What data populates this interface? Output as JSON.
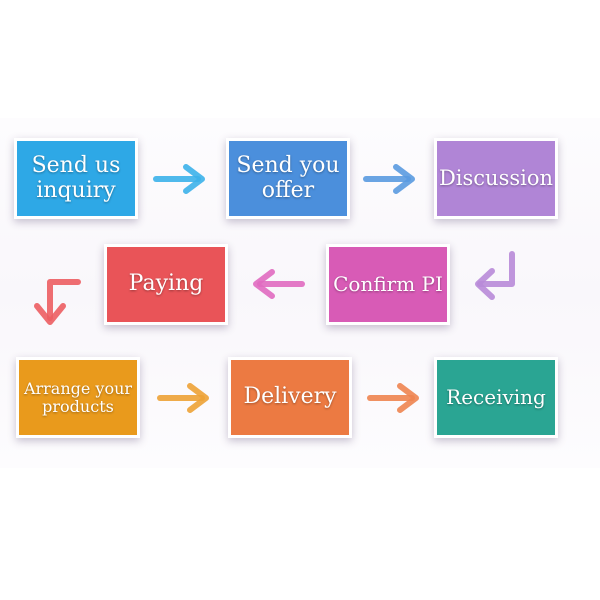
{
  "steps": [
    {
      "id": "send-inquiry",
      "label": "Send us\ninquiry",
      "color": "#2ea8e6"
    },
    {
      "id": "send-offer",
      "label": "Send you\noffer",
      "color": "#4b8fdc"
    },
    {
      "id": "discussion",
      "label": "Discussion",
      "color": "#b085d6"
    },
    {
      "id": "confirm-pi",
      "label": "Confirm PI",
      "color": "#d85bb6"
    },
    {
      "id": "paying",
      "label": "Paying",
      "color": "#e95458"
    },
    {
      "id": "arrange-products",
      "label": "Arrange your\nproducts",
      "color": "#e99a1c"
    },
    {
      "id": "delivery",
      "label": "Delivery",
      "color": "#ec7a42"
    },
    {
      "id": "receiving",
      "label": "Receiving",
      "color": "#2aa593"
    }
  ],
  "arrows": [
    {
      "from": "send-inquiry",
      "to": "send-offer",
      "direction": "right",
      "color": "#3cb1ea"
    },
    {
      "from": "send-offer",
      "to": "discussion",
      "direction": "right",
      "color": "#5a9ae0"
    },
    {
      "from": "discussion",
      "to": "confirm-pi",
      "direction": "down-left",
      "color": "#b88ad8"
    },
    {
      "from": "confirm-pi",
      "to": "paying",
      "direction": "left",
      "color": "#e06ac0"
    },
    {
      "from": "paying",
      "to": "arrange-products",
      "direction": "left-down",
      "color": "#ec5d62"
    },
    {
      "from": "arrange-products",
      "to": "delivery",
      "direction": "right",
      "color": "#eda236"
    },
    {
      "from": "delivery",
      "to": "receiving",
      "direction": "right",
      "color": "#ee8450"
    }
  ]
}
